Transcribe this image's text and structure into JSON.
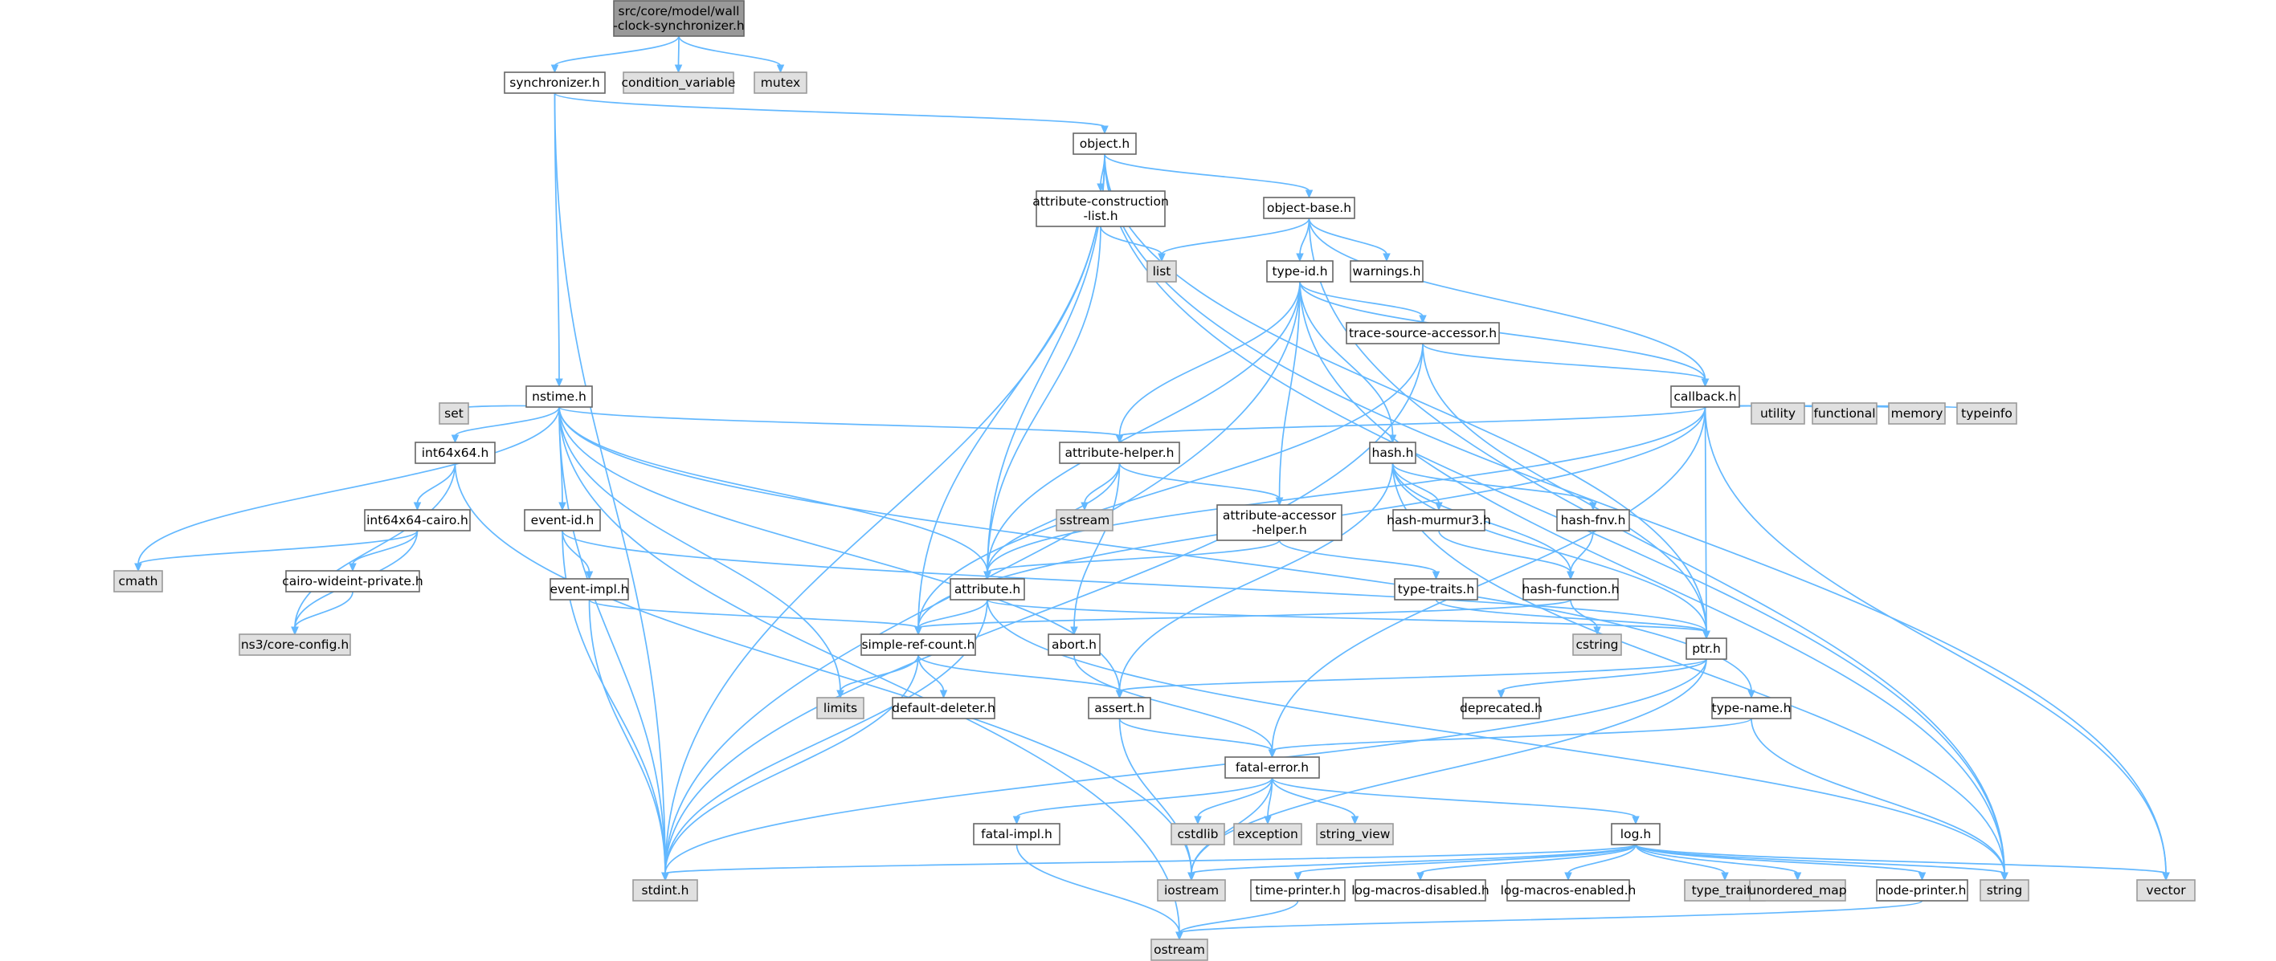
{
  "graph": {
    "root": "src/core/model/wall-clock-synchronizer.h",
    "nodes": [
      {
        "id": "root",
        "lines": [
          "src/core/model/wall",
          "-clock-synchronizer.h"
        ],
        "kind": "root"
      },
      {
        "id": "synchronizer",
        "lines": [
          "synchronizer.h"
        ],
        "kind": "local"
      },
      {
        "id": "condition_variable",
        "lines": [
          "condition_variable"
        ],
        "kind": "system"
      },
      {
        "id": "mutex",
        "lines": [
          "mutex"
        ],
        "kind": "system"
      },
      {
        "id": "object",
        "lines": [
          "object.h"
        ],
        "kind": "local"
      },
      {
        "id": "attrconstr",
        "lines": [
          "attribute-construction",
          "-list.h"
        ],
        "kind": "local"
      },
      {
        "id": "objectbase",
        "lines": [
          "object-base.h"
        ],
        "kind": "local"
      },
      {
        "id": "list",
        "lines": [
          "list"
        ],
        "kind": "system"
      },
      {
        "id": "typeid",
        "lines": [
          "type-id.h"
        ],
        "kind": "local"
      },
      {
        "id": "warnings",
        "lines": [
          "warnings.h"
        ],
        "kind": "local"
      },
      {
        "id": "tracesrc",
        "lines": [
          "trace-source-accessor.h"
        ],
        "kind": "local"
      },
      {
        "id": "nstime",
        "lines": [
          "nstime.h"
        ],
        "kind": "local"
      },
      {
        "id": "callback",
        "lines": [
          "callback.h"
        ],
        "kind": "local"
      },
      {
        "id": "set",
        "lines": [
          "set"
        ],
        "kind": "system"
      },
      {
        "id": "int64x64",
        "lines": [
          "int64x64.h"
        ],
        "kind": "local"
      },
      {
        "id": "attrhelper",
        "lines": [
          "attribute-helper.h"
        ],
        "kind": "local"
      },
      {
        "id": "hash",
        "lines": [
          "hash.h"
        ],
        "kind": "local"
      },
      {
        "id": "utility",
        "lines": [
          "utility"
        ],
        "kind": "system"
      },
      {
        "id": "functional",
        "lines": [
          "functional"
        ],
        "kind": "system"
      },
      {
        "id": "memory",
        "lines": [
          "memory"
        ],
        "kind": "system"
      },
      {
        "id": "typeinfo",
        "lines": [
          "typeinfo"
        ],
        "kind": "system"
      },
      {
        "id": "int64cairo",
        "lines": [
          "int64x64-cairo.h"
        ],
        "kind": "local"
      },
      {
        "id": "eventid",
        "lines": [
          "event-id.h"
        ],
        "kind": "local"
      },
      {
        "id": "sstream",
        "lines": [
          "sstream"
        ],
        "kind": "system"
      },
      {
        "id": "attraccessor",
        "lines": [
          "attribute-accessor",
          "-helper.h"
        ],
        "kind": "local"
      },
      {
        "id": "murmur",
        "lines": [
          "hash-murmur3.h"
        ],
        "kind": "local"
      },
      {
        "id": "fnv",
        "lines": [
          "hash-fnv.h"
        ],
        "kind": "local"
      },
      {
        "id": "cmath",
        "lines": [
          "cmath"
        ],
        "kind": "system"
      },
      {
        "id": "cairowide",
        "lines": [
          "cairo-wideint-private.h"
        ],
        "kind": "local"
      },
      {
        "id": "eventimpl",
        "lines": [
          "event-impl.h"
        ],
        "kind": "local"
      },
      {
        "id": "attribute",
        "lines": [
          "attribute.h"
        ],
        "kind": "local"
      },
      {
        "id": "typetraits",
        "lines": [
          "type-traits.h"
        ],
        "kind": "local"
      },
      {
        "id": "hashfunc",
        "lines": [
          "hash-function.h"
        ],
        "kind": "local"
      },
      {
        "id": "coreconfig",
        "lines": [
          "ns3/core-config.h"
        ],
        "kind": "system"
      },
      {
        "id": "simplerc",
        "lines": [
          "simple-ref-count.h"
        ],
        "kind": "local"
      },
      {
        "id": "abort",
        "lines": [
          "abort.h"
        ],
        "kind": "local"
      },
      {
        "id": "ptr",
        "lines": [
          "ptr.h"
        ],
        "kind": "local"
      },
      {
        "id": "cstring",
        "lines": [
          "cstring"
        ],
        "kind": "system"
      },
      {
        "id": "limits",
        "lines": [
          "limits"
        ],
        "kind": "system"
      },
      {
        "id": "defdeleter",
        "lines": [
          "default-deleter.h"
        ],
        "kind": "local"
      },
      {
        "id": "assert",
        "lines": [
          "assert.h"
        ],
        "kind": "local"
      },
      {
        "id": "deprecated",
        "lines": [
          "deprecated.h"
        ],
        "kind": "local"
      },
      {
        "id": "typename",
        "lines": [
          "type-name.h"
        ],
        "kind": "local"
      },
      {
        "id": "fatalerror",
        "lines": [
          "fatal-error.h"
        ],
        "kind": "local"
      },
      {
        "id": "fatalimpl",
        "lines": [
          "fatal-impl.h"
        ],
        "kind": "local"
      },
      {
        "id": "cstdlib",
        "lines": [
          "cstdlib"
        ],
        "kind": "system"
      },
      {
        "id": "exception",
        "lines": [
          "exception"
        ],
        "kind": "system"
      },
      {
        "id": "string_view",
        "lines": [
          "string_view"
        ],
        "kind": "system"
      },
      {
        "id": "log",
        "lines": [
          "log.h"
        ],
        "kind": "local"
      },
      {
        "id": "stdint",
        "lines": [
          "stdint.h"
        ],
        "kind": "system"
      },
      {
        "id": "iostream",
        "lines": [
          "iostream"
        ],
        "kind": "system"
      },
      {
        "id": "timeprinter",
        "lines": [
          "time-printer.h"
        ],
        "kind": "local"
      },
      {
        "id": "logmacdis",
        "lines": [
          "log-macros-disabled.h"
        ],
        "kind": "local"
      },
      {
        "id": "logmacen",
        "lines": [
          "log-macros-enabled.h"
        ],
        "kind": "local"
      },
      {
        "id": "type_traits",
        "lines": [
          "type_traits"
        ],
        "kind": "system"
      },
      {
        "id": "unordered_map",
        "lines": [
          "unordered_map"
        ],
        "kind": "system"
      },
      {
        "id": "nodeprinter",
        "lines": [
          "node-printer.h"
        ],
        "kind": "local"
      },
      {
        "id": "string",
        "lines": [
          "string"
        ],
        "kind": "system"
      },
      {
        "id": "vector",
        "lines": [
          "vector"
        ],
        "kind": "system"
      },
      {
        "id": "ostream",
        "lines": [
          "ostream"
        ],
        "kind": "system"
      }
    ],
    "edges": [
      [
        "root",
        "synchronizer"
      ],
      [
        "root",
        "condition_variable"
      ],
      [
        "root",
        "mutex"
      ],
      [
        "synchronizer",
        "object"
      ],
      [
        "synchronizer",
        "nstime"
      ],
      [
        "synchronizer",
        "stdint"
      ],
      [
        "object",
        "attrconstr"
      ],
      [
        "object",
        "objectbase"
      ],
      [
        "object",
        "attribute"
      ],
      [
        "object",
        "ptr"
      ],
      [
        "object",
        "simplerc"
      ],
      [
        "object",
        "stdint"
      ],
      [
        "object",
        "string"
      ],
      [
        "object",
        "vector"
      ],
      [
        "attrconstr",
        "attribute"
      ],
      [
        "attrconstr",
        "list"
      ],
      [
        "objectbase",
        "typeid"
      ],
      [
        "objectbase",
        "warnings"
      ],
      [
        "objectbase",
        "list"
      ],
      [
        "objectbase",
        "callback"
      ],
      [
        "objectbase",
        "string"
      ],
      [
        "typeid",
        "tracesrc"
      ],
      [
        "typeid",
        "callback"
      ],
      [
        "typeid",
        "hash"
      ],
      [
        "typeid",
        "attraccessor"
      ],
      [
        "typeid",
        "attrhelper"
      ],
      [
        "typeid",
        "attribute"
      ],
      [
        "typeid",
        "stdint"
      ],
      [
        "typeid",
        "string"
      ],
      [
        "tracesrc",
        "callback"
      ],
      [
        "tracesrc",
        "ptr"
      ],
      [
        "tracesrc",
        "simplerc"
      ],
      [
        "tracesrc",
        "stdint"
      ],
      [
        "callback",
        "attrhelper"
      ],
      [
        "callback",
        "attribute"
      ],
      [
        "callback",
        "ptr"
      ],
      [
        "callback",
        "simplerc"
      ],
      [
        "callback",
        "fatalerror"
      ],
      [
        "callback",
        "utility"
      ],
      [
        "callback",
        "functional"
      ],
      [
        "callback",
        "memory"
      ],
      [
        "callback",
        "typeinfo"
      ],
      [
        "callback",
        "vector"
      ],
      [
        "nstime",
        "set"
      ],
      [
        "nstime",
        "int64x64"
      ],
      [
        "nstime",
        "eventid"
      ],
      [
        "nstime",
        "attrhelper"
      ],
      [
        "nstime",
        "attribute"
      ],
      [
        "nstime",
        "assert"
      ],
      [
        "nstime",
        "limits"
      ],
      [
        "nstime",
        "cmath"
      ],
      [
        "nstime",
        "stdint"
      ],
      [
        "nstime",
        "ostream"
      ],
      [
        "nstime",
        "typename"
      ],
      [
        "int64x64",
        "int64cairo"
      ],
      [
        "int64x64",
        "coreconfig"
      ],
      [
        "int64x64",
        "iostream"
      ],
      [
        "int64cairo",
        "cmath"
      ],
      [
        "int64cairo",
        "cairowide"
      ],
      [
        "int64cairo",
        "coreconfig"
      ],
      [
        "cairowide",
        "coreconfig"
      ],
      [
        "eventid",
        "eventimpl"
      ],
      [
        "eventid",
        "ptr"
      ],
      [
        "eventid",
        "stdint"
      ],
      [
        "eventimpl",
        "simplerc"
      ],
      [
        "eventimpl",
        "stdint"
      ],
      [
        "attrhelper",
        "attraccessor"
      ],
      [
        "attrhelper",
        "attribute"
      ],
      [
        "attrhelper",
        "abort"
      ],
      [
        "attrhelper",
        "sstream"
      ],
      [
        "attraccessor",
        "attribute"
      ],
      [
        "attraccessor",
        "typetraits"
      ],
      [
        "typetraits",
        "ptr"
      ],
      [
        "hash",
        "murmur"
      ],
      [
        "hash",
        "fnv"
      ],
      [
        "hash",
        "hashfunc"
      ],
      [
        "hash",
        "ptr"
      ],
      [
        "hash",
        "assert"
      ],
      [
        "hash",
        "string"
      ],
      [
        "murmur",
        "hashfunc"
      ],
      [
        "fnv",
        "hashfunc"
      ],
      [
        "hashfunc",
        "simplerc"
      ],
      [
        "hashfunc",
        "cstring"
      ],
      [
        "attribute",
        "simplerc"
      ],
      [
        "attribute",
        "ptr"
      ],
      [
        "attribute",
        "string"
      ],
      [
        "attribute",
        "stdint"
      ],
      [
        "simplerc",
        "assert"
      ],
      [
        "simplerc",
        "defdeleter"
      ],
      [
        "simplerc",
        "limits"
      ],
      [
        "simplerc",
        "stdint"
      ],
      [
        "abort",
        "fatalerror"
      ],
      [
        "ptr",
        "assert"
      ],
      [
        "ptr",
        "deprecated"
      ],
      [
        "ptr",
        "iostream"
      ],
      [
        "ptr",
        "stdint"
      ],
      [
        "assert",
        "fatalerror"
      ],
      [
        "assert",
        "iostream"
      ],
      [
        "typename",
        "fatalerror"
      ],
      [
        "typename",
        "string"
      ],
      [
        "fatalerror",
        "fatalimpl"
      ],
      [
        "fatalerror",
        "cstdlib"
      ],
      [
        "fatalerror",
        "exception"
      ],
      [
        "fatalerror",
        "string_view"
      ],
      [
        "fatalerror",
        "log"
      ],
      [
        "fatalerror",
        "iostream"
      ],
      [
        "fatalimpl",
        "ostream"
      ],
      [
        "log",
        "timeprinter"
      ],
      [
        "log",
        "logmacdis"
      ],
      [
        "log",
        "logmacen"
      ],
      [
        "log",
        "type_traits"
      ],
      [
        "log",
        "unordered_map"
      ],
      [
        "log",
        "nodeprinter"
      ],
      [
        "log",
        "string"
      ],
      [
        "log",
        "vector"
      ],
      [
        "log",
        "iostream"
      ],
      [
        "log",
        "stdint"
      ],
      [
        "timeprinter",
        "ostream"
      ],
      [
        "nodeprinter",
        "ostream"
      ]
    ]
  }
}
